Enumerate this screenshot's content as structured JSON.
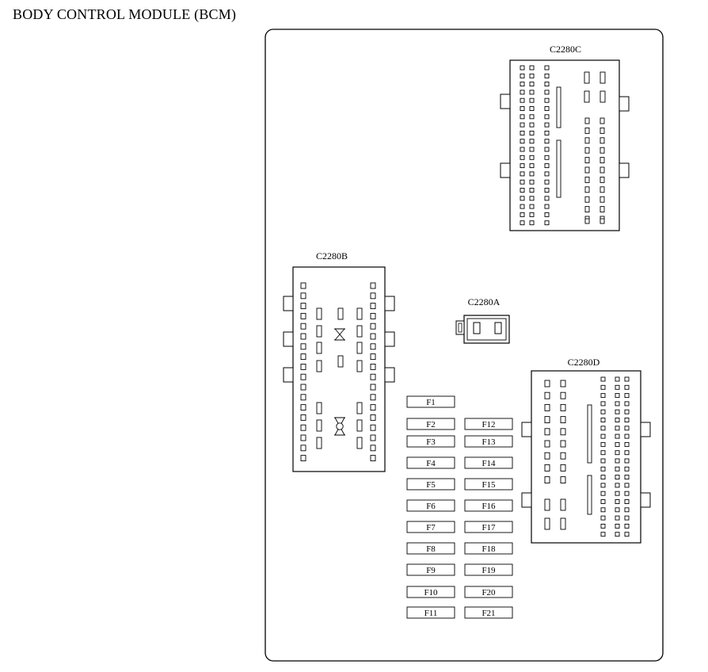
{
  "title": "BODY CONTROL MODULE (BCM)",
  "connectors": {
    "c": "C2280C",
    "b": "C2280B",
    "a": "C2280A",
    "d": "C2280D"
  },
  "fuses_left": [
    "F1",
    "F2",
    "F3",
    "F4",
    "F5",
    "F6",
    "F7",
    "F8",
    "F9",
    "F10",
    "F11"
  ],
  "fuses_right": [
    "F12",
    "F13",
    "F14",
    "F15",
    "F16",
    "F17",
    "F18",
    "F19",
    "F20",
    "F21"
  ]
}
